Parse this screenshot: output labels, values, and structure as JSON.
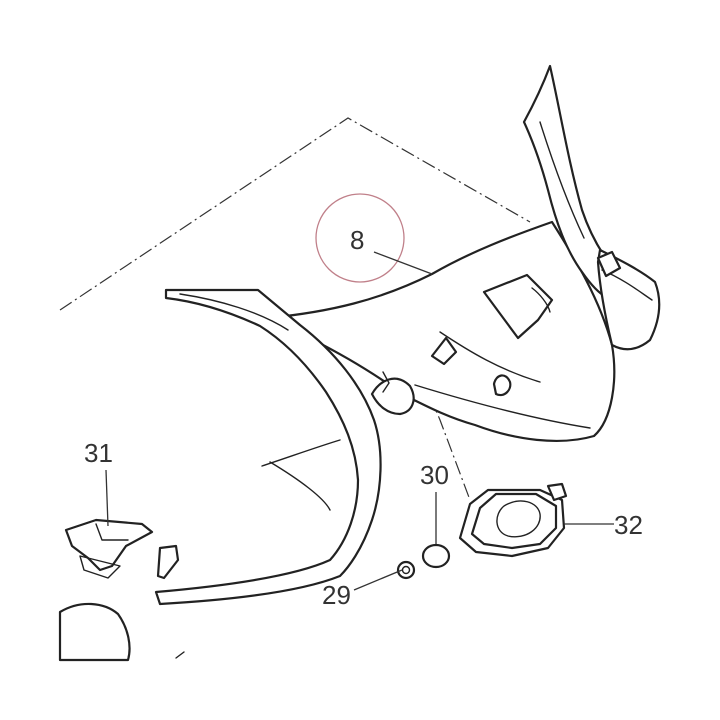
{
  "callouts": {
    "part_8": "8",
    "part_29": "29",
    "part_30": "30",
    "part_31": "31",
    "part_32": "32"
  },
  "highlight_color": "#c0808a"
}
